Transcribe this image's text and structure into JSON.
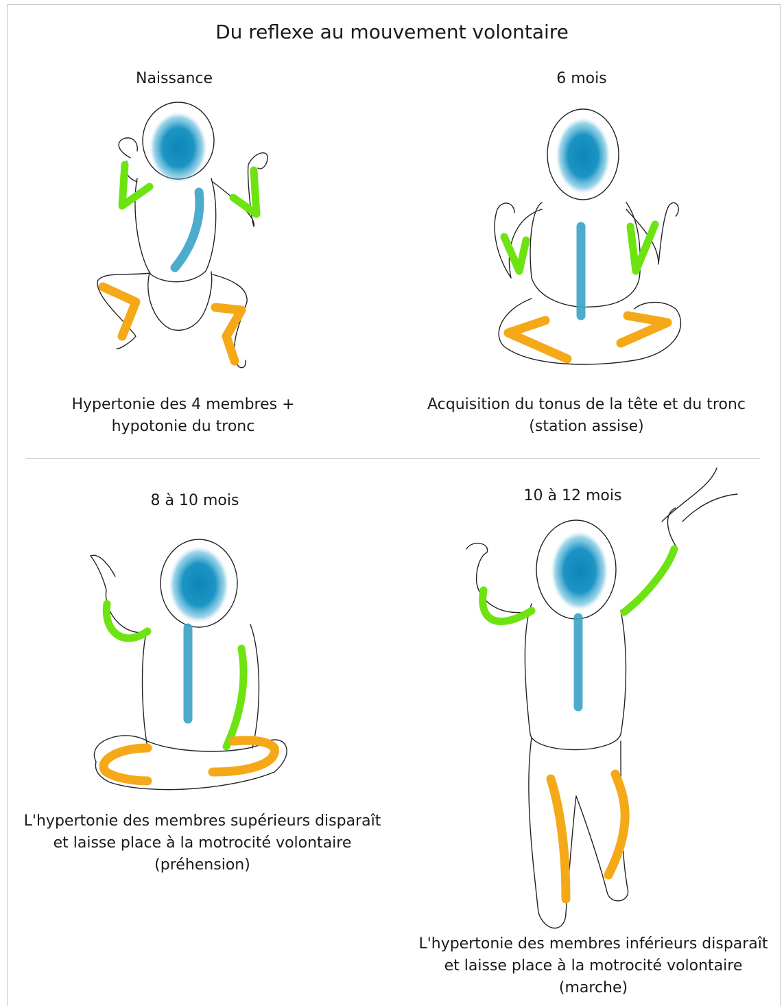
{
  "title": "Du reflexe au mouvement volontaire",
  "stages": [
    {
      "label": "Naissance",
      "caption": [
        "Hypertonie des 4 membres +",
        "hypotonie du tronc"
      ]
    },
    {
      "label": "6 mois",
      "caption": [
        "Acquisition du tonus de la tête et du tronc",
        "(station assise)"
      ]
    },
    {
      "label": "8 à 10 mois",
      "caption": [
        "L'hypertonie des membres supérieurs disparaît",
        "et laisse place à la motrocité volontaire",
        "(préhension)"
      ]
    },
    {
      "label": "10 à 12 mois",
      "caption": [
        "L'hypertonie des membres inférieurs disparaît",
        "et laisse place à la motrocité volontaire",
        "(marche)"
      ]
    }
  ],
  "colors": {
    "head_tone": "#1f8fbf",
    "arm_tone": "#6ee312",
    "leg_tone": "#f5a818",
    "outline": "#222222",
    "divider": "#c8c8c8"
  }
}
